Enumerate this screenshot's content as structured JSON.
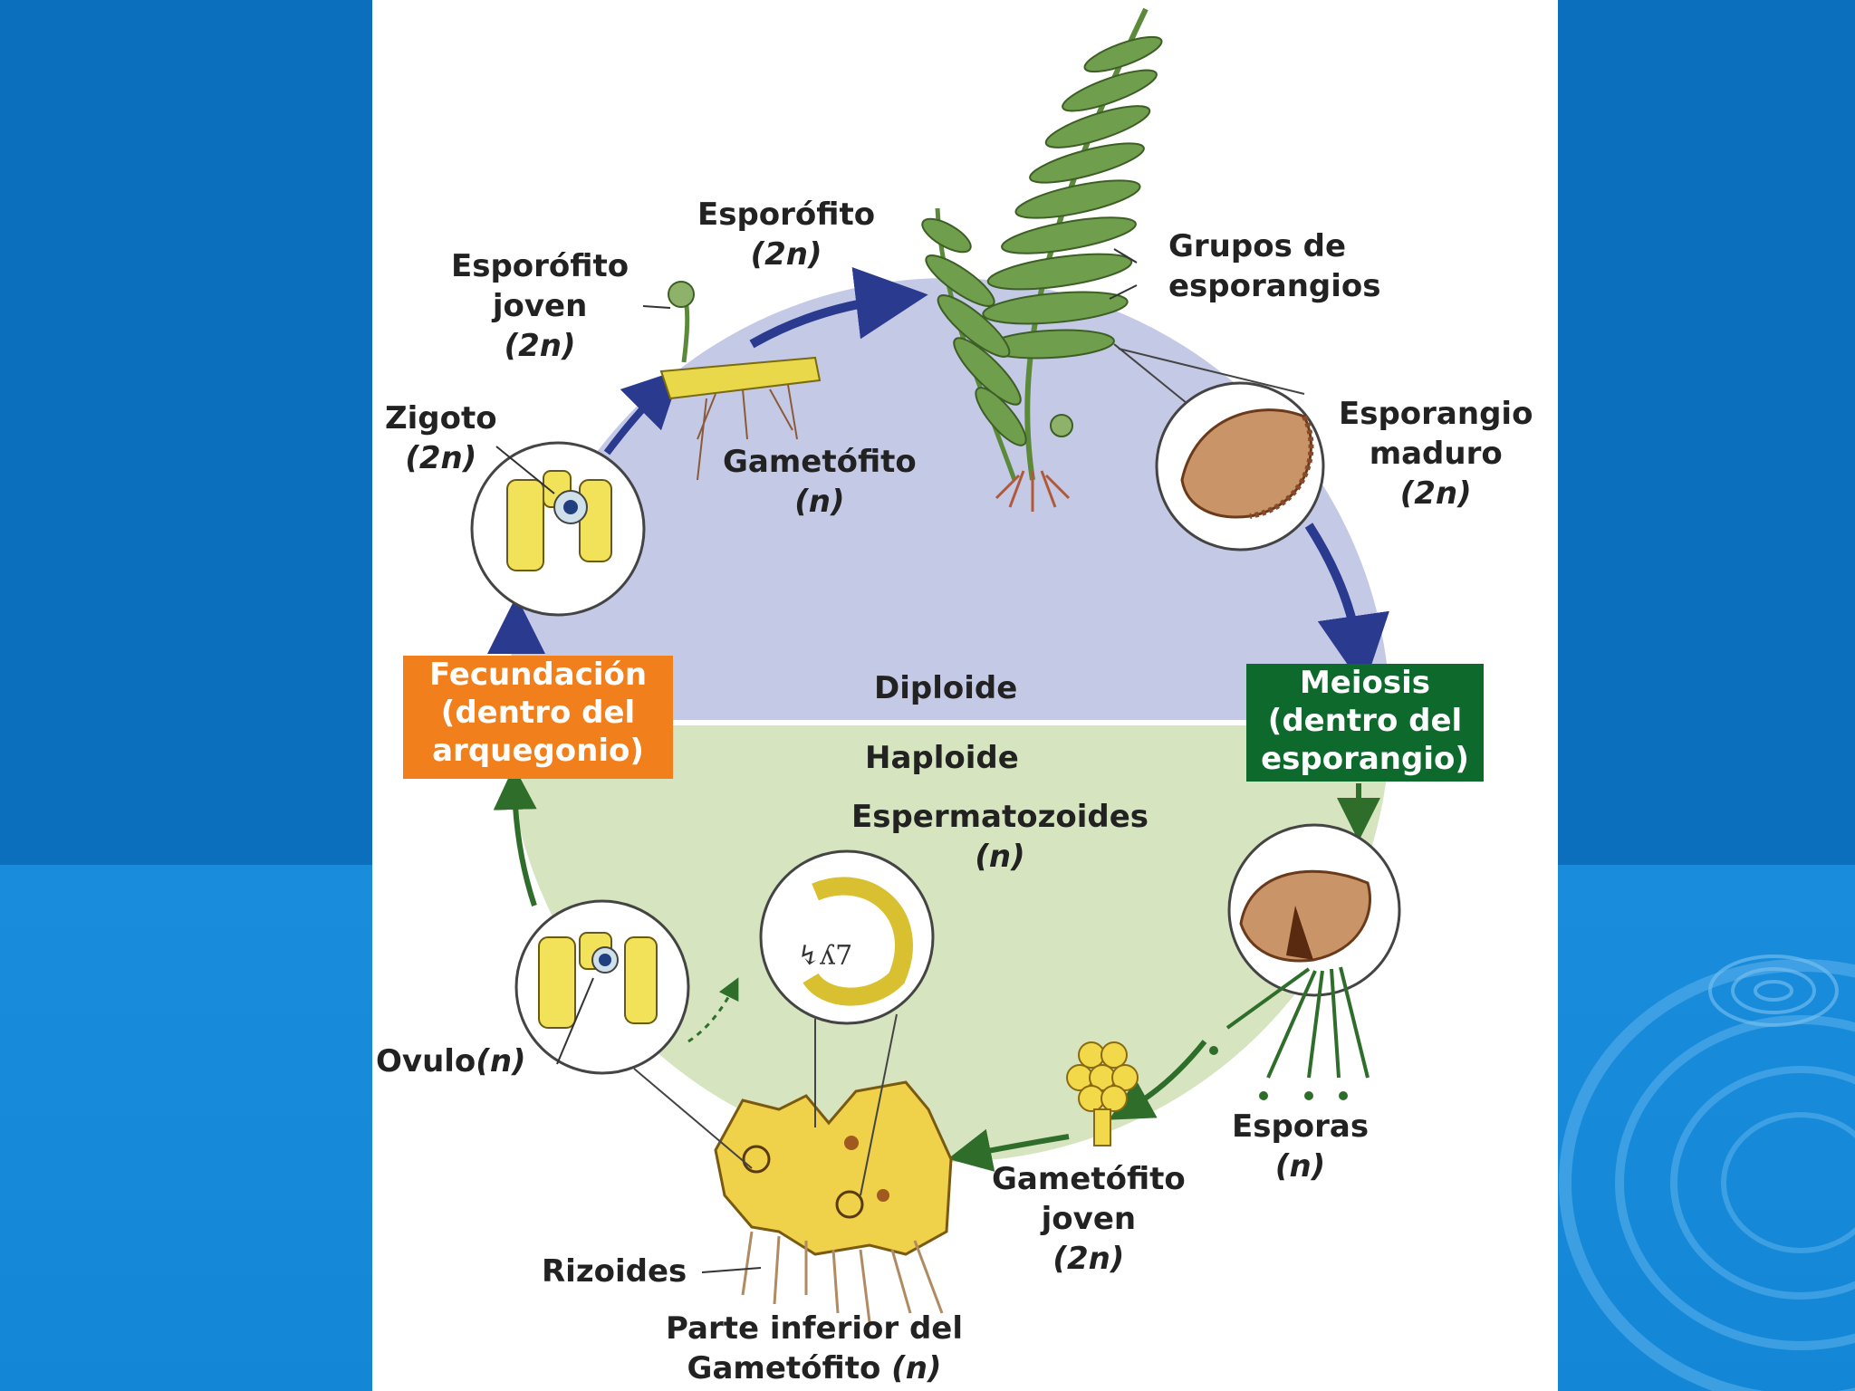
{
  "diagram": {
    "labels": {
      "esporofito": "Esporófito",
      "esporofito_ploidy": "(2n)",
      "esporofito_joven": "Esporófito joven",
      "esporofito_joven_l1": "Esporófito",
      "esporofito_joven_l2": "joven",
      "esporofito_joven_ploidy": "(2n)",
      "grupos_l1": "Grupos de",
      "grupos_l2": "esporangios",
      "esporangio_l1": "Esporangio",
      "esporangio_l2": "maduro",
      "esporangio_ploidy": "(2n)",
      "zigoto": "Zigoto",
      "zigoto_ploidy": "(2n)",
      "gametofito": "Gametófito",
      "gametofito_ploidy": "(n)",
      "diploide": "Diploide",
      "haploide": "Haploide",
      "espermatozoides": "Espermatozoides",
      "espermatozoides_ploidy": "(n)",
      "ovulo": "Ovulo",
      "ovulo_ploidy": "(n)",
      "esporas": "Esporas",
      "esporas_ploidy": "(n)",
      "gametofito_joven_l1": "Gametófito",
      "gametofito_joven_l2": "joven",
      "gametofito_joven_ploidy": "(2n)",
      "rizoides": "Rizoides",
      "parte_l1": "Parte inferior del",
      "parte_l2": "Gametófito",
      "parte_ploidy": "(n)"
    },
    "boxes": {
      "fecundacion_l1": "Fecundación",
      "fecundacion_l2": "(dentro del",
      "fecundacion_l3": "arquegonio)",
      "meiosis_l1": "Meiosis",
      "meiosis_l2": "(dentro del",
      "meiosis_l3": "esporangio)"
    },
    "colors": {
      "diploid_fill": "#c4c9e6",
      "haploid_fill": "#d6e5bf",
      "fecundacion_box": "#f07f1c",
      "meiosis_box": "#0d6a2c",
      "diploid_arrow": "#2a3b8f",
      "haploid_arrow": "#2f6e2a",
      "slide_bg_top": "#0b6fbd",
      "slide_bg_bottom": "#1a8cdc"
    }
  }
}
